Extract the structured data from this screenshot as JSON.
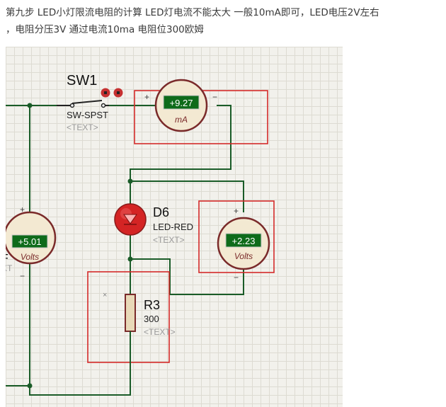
{
  "caption": {
    "line1": "第九步 LED小灯限流电阻的计算 LED灯电流不能太大 一般10mA即可，LED电压2V左右",
    "line2": "，电阻分压3V 通过电流10ma 电阻位300欧姆"
  },
  "switch": {
    "name": "SW1",
    "type": "SW-SPST",
    "text": "<TEXT>"
  },
  "ammeter": {
    "reading": "+9.27",
    "unit": "mA",
    "plus": "+",
    "minus": "−"
  },
  "voltmeter_source": {
    "reading": "+5.01",
    "unit": "Volts",
    "plus": "+",
    "minus": "−",
    "partial_label": "F",
    "partial_text": "XT"
  },
  "voltmeter_led": {
    "reading": "+2.23",
    "unit": "Volts",
    "plus": "+",
    "minus": "−"
  },
  "led": {
    "name": "D6",
    "type": "LED-RED",
    "text": "<TEXT>"
  },
  "resistor": {
    "name": "R3",
    "value": "300",
    "text": "<TEXT>"
  },
  "colors": {
    "wire": "#1a5c28",
    "selection": "#d42a2a",
    "meter_body": "#f3e9d2",
    "meter_ring": "#7a2a2a",
    "display_bg": "#0e6b1a",
    "display_text": "#ffffff",
    "led_red": "#d42424",
    "resistor_fill": "#e8d9b8",
    "resistor_stroke": "#7a2a2a"
  }
}
